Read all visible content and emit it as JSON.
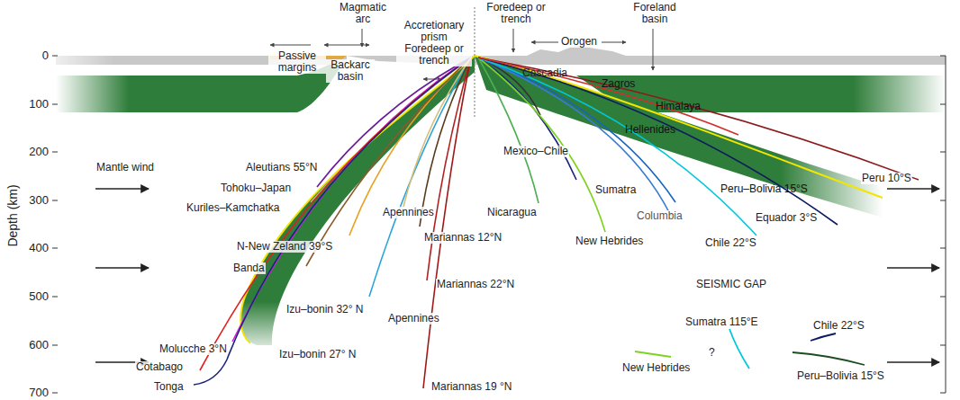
{
  "diagram": {
    "labels": [
      "Magmatic arc",
      "Passive margins",
      "Backarc basin",
      "Accretionary prism",
      "Foredeep or trench",
      "Foredeep or trench",
      "Orogen",
      "Foreland basin",
      "Mantle wind",
      "Depth (km)",
      "0",
      "100",
      "200",
      "300",
      "400",
      "500",
      "600",
      "700",
      "Aleutians 55°N",
      "Tohoku–Japan",
      "Kuriles–Kamchatka",
      "Apennines",
      "N-New Zeland 39°S",
      "Banda",
      "Mariannas 12°N",
      "Mariannas 22°N",
      "Izu–bonin 32° N",
      "Apennines",
      "Molucche 3°N",
      "Izu–bonin 27° N",
      "Cotabago",
      "Tonga",
      "Mariannas 19 °N",
      "Cascadia",
      "Zagros",
      "Himalaya",
      "Hellenides",
      "Mexico–Chile",
      "Nicaragua",
      "Sumatra",
      "Columbia",
      "New Hebrides",
      "Peru 10°S",
      "Peru–Bolivia 15°S",
      "Equador 3°S",
      "Chile 22°S",
      "SEISMIC GAP",
      "Sumatra 115°E",
      "Chile 22°S",
      "?",
      "New Hebrides",
      "Peru–Bolivia 15°S"
    ]
  }
}
